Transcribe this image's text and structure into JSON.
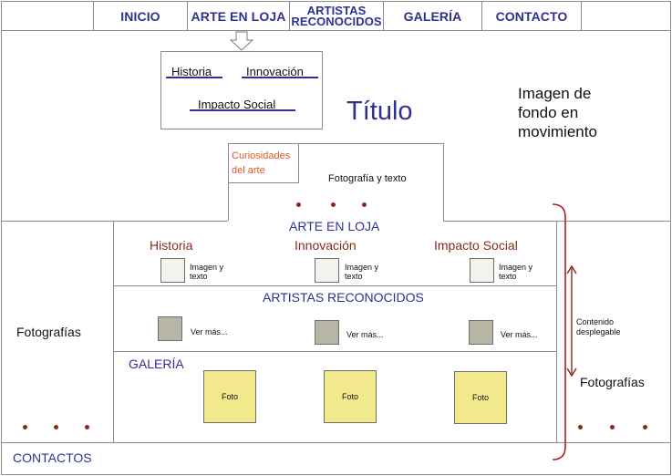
{
  "nav": {
    "items": [
      {
        "label": "INICIO"
      },
      {
        "label": "ARTE EN LOJA"
      },
      {
        "label": "ARTISTAS RECONOCIDOS"
      },
      {
        "label": "GALERÍA"
      },
      {
        "label": "CONTACTO"
      }
    ]
  },
  "submenu": {
    "historia": "Historia",
    "innovacion": "Innovación",
    "impacto": "Impacto Social"
  },
  "hero": {
    "title": "Título",
    "background_note": "Imagen de fondo en movimiento",
    "curiosities": "Curiosidades del arte",
    "photo_text": "Fotografía y texto"
  },
  "arte_en_loja": {
    "heading": "ARTE EN LOJA",
    "columns": [
      {
        "title": "Historia",
        "thumb_label": "Imagen y texto"
      },
      {
        "title": "Innovación",
        "thumb_label": "Imagen y texto"
      },
      {
        "title": "Impacto Social",
        "thumb_label": "Imagen y texto"
      }
    ]
  },
  "artistas": {
    "heading": "ARTISTAS RECONOCIDOS",
    "items": [
      {
        "label": "Ver más..."
      },
      {
        "label": "Ver más..."
      },
      {
        "label": "Ver más..."
      }
    ]
  },
  "galeria": {
    "heading": "GALERÍA",
    "photos": [
      {
        "label": "Foto"
      },
      {
        "label": "Foto"
      },
      {
        "label": "Foto"
      }
    ]
  },
  "sides": {
    "left": "Fotografías",
    "right": "Fotografías"
  },
  "annotation": {
    "scroll_note": "Contenido desplegable"
  },
  "footer": {
    "contacts": "CONTACTOS"
  },
  "colors": {
    "nav_blue": "#2e3192",
    "accent_red": "#8b2a1c",
    "curiosity_orange": "#e0572b",
    "foto_yellow": "#f1e98b"
  }
}
